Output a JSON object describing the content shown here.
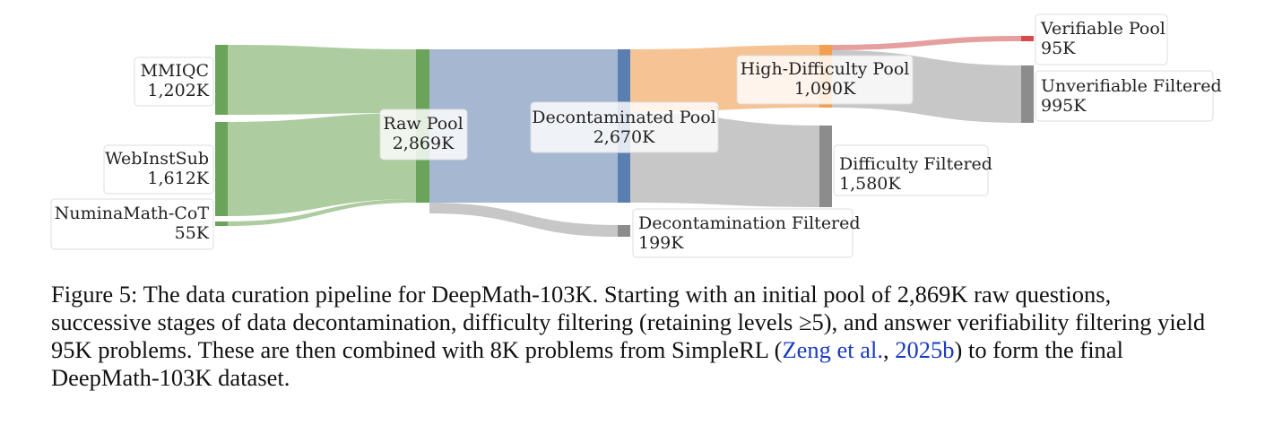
{
  "diagram": {
    "nodes": [
      {
        "id": "mmiqc",
        "name": "MMIQC",
        "value": "1,202K",
        "color": "#6aa35a"
      },
      {
        "id": "webinstsub",
        "name": "WebInstSub",
        "value": "1,612K",
        "color": "#6aa35a"
      },
      {
        "id": "numinamath",
        "name": "NuminaMath-CoT",
        "value": "55K",
        "color": "#6aa35a"
      },
      {
        "id": "raw",
        "name": "Raw Pool",
        "value": "2,869K",
        "color": "#6aa35a"
      },
      {
        "id": "decon",
        "name": "Decontaminated Pool",
        "value": "2,670K",
        "color": "#5b7eb0"
      },
      {
        "id": "deconf",
        "name": "Decontamination Filtered",
        "value": "199K",
        "color": "#8c8c8c"
      },
      {
        "id": "highdiff",
        "name": "High-Difficulty Pool",
        "value": "1,090K",
        "color": "#f0a050"
      },
      {
        "id": "difff",
        "name": "Difficulty Filtered",
        "value": "1,580K",
        "color": "#8c8c8c"
      },
      {
        "id": "verif",
        "name": "Verifiable Pool",
        "value": "95K",
        "color": "#d64b4b"
      },
      {
        "id": "unverif",
        "name": "Unverifiable Filtered",
        "value": "995K",
        "color": "#8c8c8c"
      }
    ],
    "links": [
      {
        "source": "mmiqc",
        "target": "raw",
        "value": 1202
      },
      {
        "source": "webinstsub",
        "target": "raw",
        "value": 1612
      },
      {
        "source": "numinamath",
        "target": "raw",
        "value": 55
      },
      {
        "source": "raw",
        "target": "decon",
        "value": 2670
      },
      {
        "source": "raw",
        "target": "deconf",
        "value": 199
      },
      {
        "source": "decon",
        "target": "highdiff",
        "value": 1090
      },
      {
        "source": "decon",
        "target": "difff",
        "value": 1580
      },
      {
        "source": "highdiff",
        "target": "verif",
        "value": 95
      },
      {
        "source": "highdiff",
        "target": "unverif",
        "value": 995
      }
    ]
  },
  "caption": {
    "prefix": "Figure 5: The data curation pipeline for DeepMath-103K. Starting with an initial pool of 2,869K raw questions, successive stages of data decontamination, difficulty filtering (retaining levels ≥5), and answer verifiability filtering yield 95K problems. These are then combined with 8K problems from SimpleRL (",
    "cite_author": "Zeng et al.",
    "cite_sep": ", ",
    "cite_year": "2025b",
    "suffix": ") to form the final DeepMath-103K dataset."
  }
}
